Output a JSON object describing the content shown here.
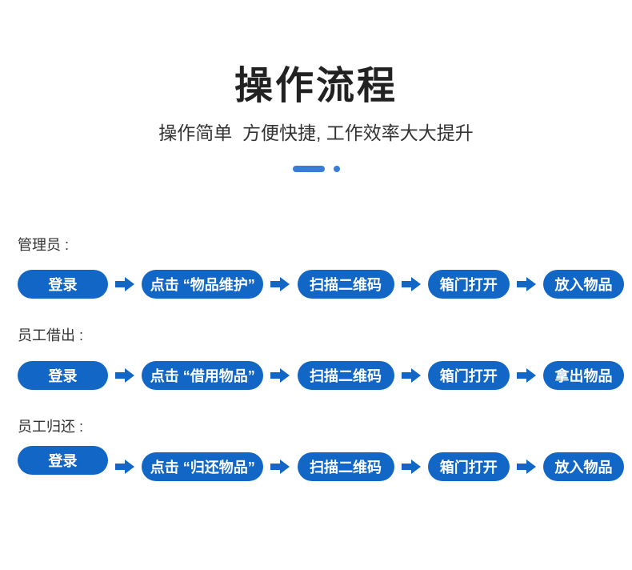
{
  "header": {
    "title": "操作流程",
    "subtitle": "操作简单  方便快捷, 工作效率大大提升"
  },
  "colors": {
    "pill_blue": "#1267c6",
    "accent_blue": "#377dd9",
    "title_color": "#222222",
    "text_color": "#333333"
  },
  "icons": {
    "arrow": "arrow-right-icon",
    "divider": "dash-and-dot"
  },
  "flows": [
    {
      "label": "管理员 :",
      "steps": [
        "登录",
        "点击 “物品维护”",
        "扫描二维码",
        "箱门打开",
        "放入物品"
      ]
    },
    {
      "label": "员工借出 :",
      "steps": [
        "登录",
        "点击 “借用物品”",
        "扫描二维码",
        "箱门打开",
        "拿出物品"
      ]
    },
    {
      "label": "员工归还 :",
      "steps": [
        "登录",
        "点击 “归还物品”",
        "扫描二维码",
        "箱门打开",
        "放入物品"
      ]
    }
  ]
}
